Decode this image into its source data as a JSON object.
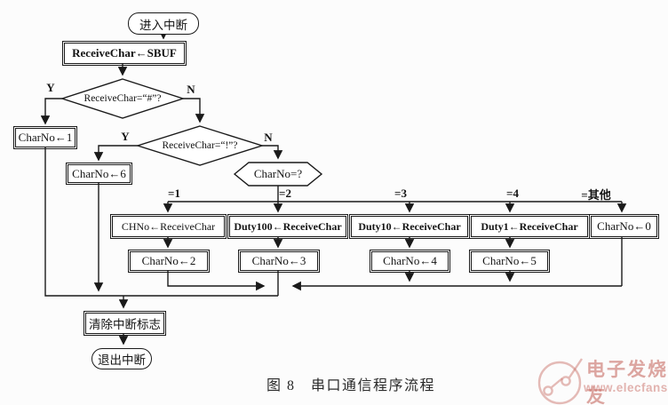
{
  "flowchart": {
    "nodes": {
      "start": "进入中断",
      "receive_sbuf": "ReceiveChar←SBUF",
      "check_hash": "ReceiveChar=“#”?",
      "charno_1": "CharNo←1",
      "check_excl": "ReceiveChar=“!”?",
      "charno_6": "CharNo←6",
      "check_charno": "CharNo=?",
      "chno_receive": "CHNo←ReceiveChar",
      "duty100_receive": "Duty100←ReceiveChar",
      "duty10_receive": "Duty10←ReceiveChar",
      "duty1_receive": "Duty1←ReceiveChar",
      "charno_0": "CharNo←0",
      "charno_2": "CharNo←2",
      "charno_3": "CharNo←3",
      "charno_4": "CharNo←4",
      "charno_5": "CharNo←5",
      "clear_flag": "清除中断标志",
      "exit": "退出中断"
    },
    "branch_labels": {
      "b1": "=1",
      "b2": "=2",
      "b3": "=3",
      "b4": "=4",
      "b_other": "=其他"
    },
    "decision_labels": {
      "yes": "Y",
      "no": "N"
    },
    "caption": "图 8　串口通信程序流程",
    "watermark": {
      "title": "电子发烧友",
      "url": "www.elecfans.com",
      "color": "#c76a62"
    },
    "line_color": "#1a1a1a"
  }
}
